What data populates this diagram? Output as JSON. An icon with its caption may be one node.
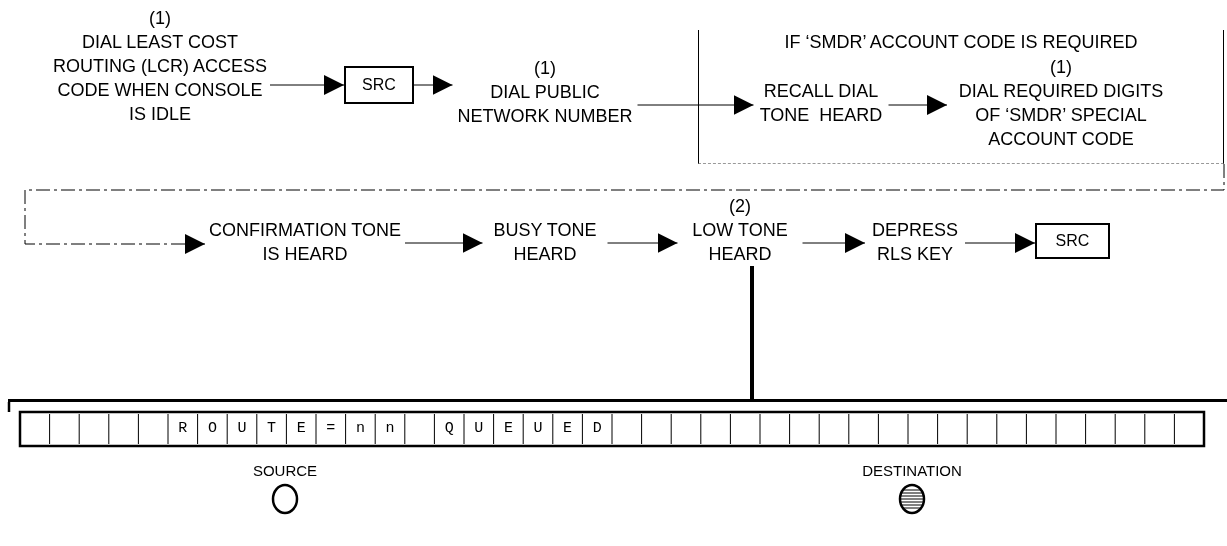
{
  "diagram": {
    "nodes": [
      {
        "text": [
          "(1)",
          "DIAL LEAST COST ROUTING (LCR) ACCESS CODE WHEN CONSOLE IS IDLE"
        ]
      },
      {
        "text": [
          "SRC"
        ]
      },
      {
        "text": [
          "(1)",
          "DIAL PUBLIC NETWORK NUMBER"
        ]
      },
      {
        "text": [
          "IF ‘SMDR’ ACCOUNT CODE IS REQUIRED"
        ]
      },
      {
        "text": [
          "RECALL DIAL TONE  HEARD"
        ],
        "in": 3
      },
      {
        "text": [
          "(1)",
          "DIAL REQUIRED DIGITS OF ‘SMDR’ SPECIAL ACCOUNT CODE"
        ],
        "in": 3
      },
      {
        "text": [
          "CONFIRMATION TONE IS HEARD"
        ]
      },
      {
        "text": [
          "BUSY TONE HEARD"
        ]
      },
      {
        "text": [
          "(2)",
          "LOW TONE HEARD"
        ]
      },
      {
        "text": [
          "DEPRESS RLS KEY"
        ]
      },
      {
        "text": [
          "SRC"
        ]
      },
      {
        "text": [
          "ROUTE=nn QUEUED"
        ]
      }
    ],
    "edges": [
      {
        "from": 0,
        "to": 1,
        "arrow": "to"
      },
      {
        "from": 1,
        "to": 2,
        "arrow": "to"
      },
      {
        "from": 2,
        "to": 4,
        "arrow": "to"
      },
      {
        "from": 4,
        "to": 5,
        "arrow": "to"
      },
      {
        "from": 3,
        "to": 6,
        "arrow": "to",
        "style": "dashed"
      },
      {
        "from": 6,
        "to": 7,
        "arrow": "to"
      },
      {
        "from": 7,
        "to": 8,
        "arrow": "to"
      },
      {
        "from": 8,
        "to": 9,
        "arrow": "to"
      },
      {
        "from": 9,
        "to": 10,
        "arrow": "to"
      },
      {
        "from": 8,
        "to": 11,
        "arrow": "none",
        "style": "thick"
      }
    ],
    "labels": [
      "SOURCE",
      "DESTINATION"
    ]
  }
}
